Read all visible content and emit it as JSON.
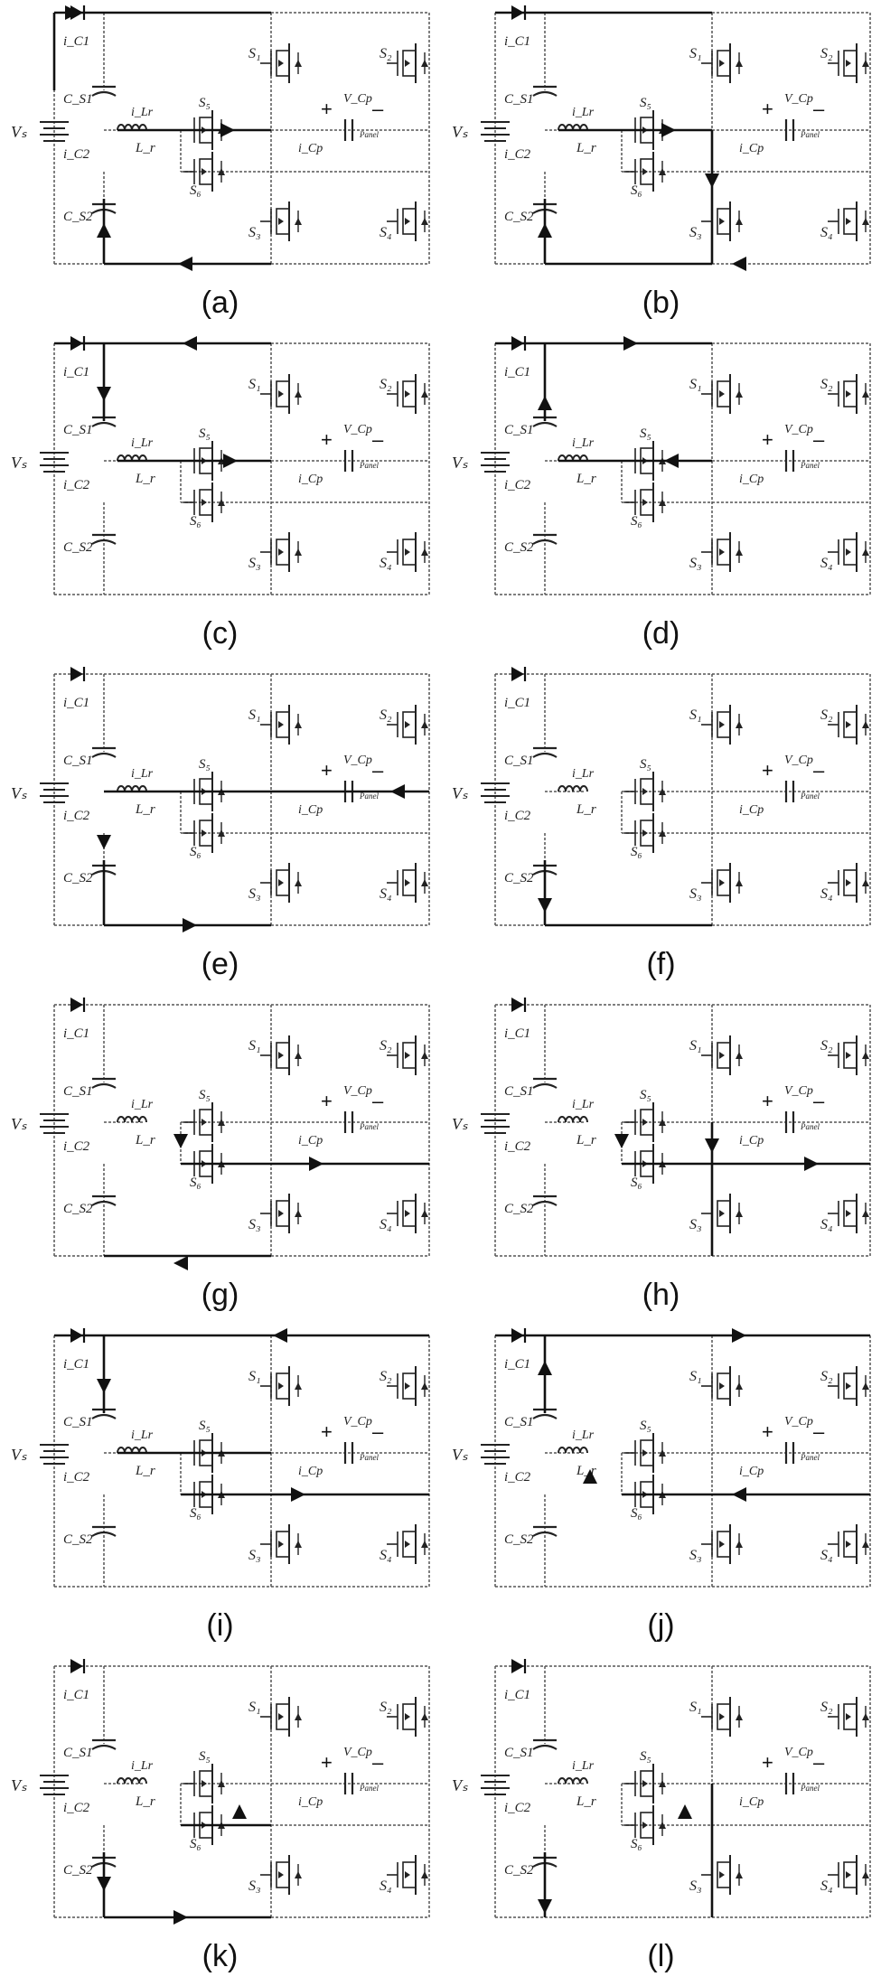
{
  "panels": [
    {
      "caption": "(a)",
      "labels": {
        "vs": "Vₛ",
        "ic1": "i_C1",
        "c1": "C_S1",
        "ic2": "i_C2",
        "c2": "C_S2",
        "il": "i_Lr",
        "lr": "L_r",
        "s5": "S₅",
        "s6": "S₆",
        "s1": "S₁",
        "s2": "S₂",
        "s3": "S₃",
        "s4": "S₄",
        "vcp": "V_Cp",
        "icp": "i_Cp",
        "panel": "Panel"
      }
    },
    {
      "caption": "(b)",
      "labels": {
        "vs": "Vₛ",
        "ic1": "i_C1",
        "c1": "C_S1",
        "ic2": "i_C2",
        "c2": "C_S2",
        "il": "i_Lr",
        "lr": "L_r",
        "s5": "S₅",
        "s6": "S₆",
        "s1": "S₁",
        "s2": "S₂",
        "s3": "S₃",
        "s4": "S₄",
        "vcp": "V_Cp",
        "icp": "i_Cp",
        "panel": "Panel"
      }
    },
    {
      "caption": "(c)",
      "labels": {
        "vs": "Vₛ",
        "ic1": "i_C1",
        "c1": "C_S1",
        "ic2": "i_C2",
        "c2": "C_S2",
        "il": "i_Lr",
        "lr": "L_r",
        "s5": "S₅",
        "s6": "S₆",
        "s1": "S₁",
        "s2": "S₂",
        "s3": "S₃",
        "s4": "S₄",
        "vcp": "V_Cp",
        "icp": "i_Cp",
        "panel": "Panel"
      }
    },
    {
      "caption": "(d)",
      "labels": {
        "vs": "Vₛ",
        "ic1": "i_C1",
        "c1": "C_S1",
        "ic2": "i_C2",
        "c2": "C_S2",
        "il": "i_Lr",
        "lr": "L_r",
        "s5": "S₅",
        "s6": "S₆",
        "s1": "S₁",
        "s2": "S₂",
        "s3": "S₃",
        "s4": "S₄",
        "vcp": "V_Cp",
        "icp": "i_Cp",
        "panel": "Panel"
      }
    },
    {
      "caption": "(e)",
      "labels": {
        "vs": "Vₛ",
        "ic1": "i_C1",
        "c1": "C_S1",
        "ic2": "i_C2",
        "c2": "C_S2",
        "il": "i_Lr",
        "lr": "L_r",
        "s5": "S₅",
        "s6": "S₆",
        "s1": "S₁",
        "s2": "S₂",
        "s3": "S₃",
        "s4": "S₄",
        "vcp": "V_Cp",
        "icp": "i_Cp",
        "panel": "Panel"
      }
    },
    {
      "caption": "(f)",
      "labels": {
        "vs": "Vₛ",
        "ic1": "i_C1",
        "c1": "C_S1",
        "ic2": "i_C2",
        "c2": "C_S2",
        "il": "i_Lr",
        "lr": "L_r",
        "s5": "S₅",
        "s6": "S₆",
        "s1": "S₁",
        "s2": "S₂",
        "s3": "S₃",
        "s4": "S₄",
        "vcp": "V_Cp",
        "icp": "i_Cp",
        "panel": "Panel"
      }
    },
    {
      "caption": "(g)",
      "labels": {
        "vs": "Vₛ",
        "ic1": "i_C1",
        "c1": "C_S1",
        "ic2": "i_C2",
        "c2": "C_S2",
        "il": "i_Lr",
        "lr": "L_r",
        "s5": "S₅",
        "s6": "S₆",
        "s1": "S₁",
        "s2": "S₂",
        "s3": "S₃",
        "s4": "S₄",
        "vcp": "V_Cp",
        "icp": "i_Cp",
        "panel": "Panel"
      }
    },
    {
      "caption": "(h)",
      "labels": {
        "vs": "Vₛ",
        "ic1": "i_C1",
        "c1": "C_S1",
        "ic2": "i_C2",
        "c2": "C_S2",
        "il": "i_Lr",
        "lr": "L_r",
        "s5": "S₅",
        "s6": "S₆",
        "s1": "S₁",
        "s2": "S₂",
        "s3": "S₃",
        "s4": "S₄",
        "vcp": "V_Cp",
        "icp": "i_Cp",
        "panel": "Panel"
      }
    },
    {
      "caption": "(i)",
      "labels": {
        "vs": "Vₛ",
        "ic1": "i_C1",
        "c1": "C_S1",
        "ic2": "i_C2",
        "c2": "C_S2",
        "il": "i_Lr",
        "lr": "L_r",
        "s5": "S₅",
        "s6": "S₆",
        "s1": "S₁",
        "s2": "S₂",
        "s3": "S₃",
        "s4": "S₄",
        "vcp": "V_Cp",
        "icp": "i_Cp",
        "panel": "Panel"
      }
    },
    {
      "caption": "(j)",
      "labels": {
        "vs": "Vₛ",
        "ic1": "i_C1",
        "c1": "C_S1",
        "ic2": "i_C2",
        "c2": "C_S2",
        "il": "i_Lr",
        "lr": "L_r",
        "s5": "S₅",
        "s6": "S₆",
        "s1": "S₁",
        "s2": "S₂",
        "s3": "S₃",
        "s4": "S₄",
        "vcp": "V_Cp",
        "icp": "i_Cp",
        "panel": "Panel"
      }
    },
    {
      "caption": "(k)",
      "labels": {
        "vs": "Vₛ",
        "ic1": "i_C1",
        "c1": "C_S1",
        "ic2": "i_C2",
        "c2": "C_S2",
        "il": "i_Lr",
        "lr": "L_r",
        "s5": "S₅",
        "s6": "S₆",
        "s1": "S₁",
        "s2": "S₂",
        "s3": "S₃",
        "s4": "S₄",
        "vcp": "V_Cp",
        "icp": "i_Cp",
        "panel": "Panel"
      }
    },
    {
      "caption": "(l)",
      "labels": {
        "vs": "Vₛ",
        "ic1": "i_C1",
        "c1": "C_S1",
        "ic2": "i_C2",
        "c2": "C_S2",
        "il": "i_Lr",
        "lr": "L_r",
        "s5": "S₅",
        "s6": "S₆",
        "s1": "S₁",
        "s2": "S₂",
        "s3": "S₃",
        "s4": "S₄",
        "vcp": "V_Cp",
        "icp": "i_Cp",
        "panel": "Panel"
      }
    }
  ]
}
